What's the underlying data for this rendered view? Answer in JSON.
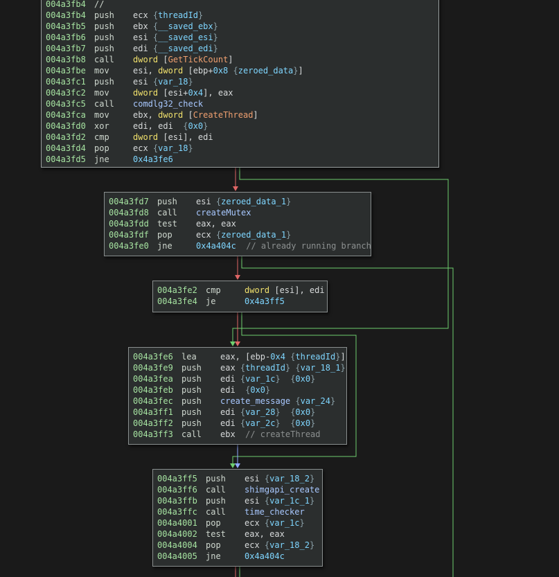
{
  "colors": {
    "edge_true": "#6fcf6f",
    "edge_false": "#e06666",
    "edge_jump": "#8fe0a0",
    "edge_fall": "#8fa8ff"
  },
  "blocks": [
    {
      "id": "b0",
      "lines": [
        {
          "addr": "004a3fb4",
          "mn": "//",
          "ops": []
        },
        {
          "addr": "004a3fb4",
          "mn": "push",
          "ops": [
            [
              "reg",
              "ecx "
            ],
            [
              "br",
              "{"
            ],
            [
              "sym",
              "threadId"
            ],
            [
              "br",
              "}"
            ]
          ]
        },
        {
          "addr": "004a3fb5",
          "mn": "push",
          "ops": [
            [
              "reg",
              "ebx "
            ],
            [
              "br",
              "{"
            ],
            [
              "sym",
              "__saved_ebx"
            ],
            [
              "br",
              "}"
            ]
          ]
        },
        {
          "addr": "004a3fb6",
          "mn": "push",
          "ops": [
            [
              "reg",
              "esi "
            ],
            [
              "br",
              "{"
            ],
            [
              "sym",
              "__saved_esi"
            ],
            [
              "br",
              "}"
            ]
          ]
        },
        {
          "addr": "004a3fb7",
          "mn": "push",
          "ops": [
            [
              "reg",
              "edi "
            ],
            [
              "br",
              "{"
            ],
            [
              "sym",
              "__saved_edi"
            ],
            [
              "br",
              "}"
            ]
          ]
        },
        {
          "addr": "004a3fb8",
          "mn": "call",
          "ops": [
            [
              "kw",
              "dword "
            ],
            [
              "txt",
              "["
            ],
            [
              "imp",
              "GetTickCount"
            ],
            [
              "txt",
              "]"
            ]
          ]
        },
        {
          "addr": "004a3fbe",
          "mn": "mov",
          "ops": [
            [
              "reg",
              "esi, "
            ],
            [
              "kw",
              "dword "
            ],
            [
              "txt",
              "[ebp+"
            ],
            [
              "num",
              "0x8"
            ],
            [
              "txt",
              " "
            ],
            [
              "br",
              "{"
            ],
            [
              "sym",
              "zeroed_data"
            ],
            [
              "br",
              "}"
            ],
            [
              "txt",
              "]"
            ]
          ]
        },
        {
          "addr": "004a3fc1",
          "mn": "push",
          "ops": [
            [
              "reg",
              "esi "
            ],
            [
              "br",
              "{"
            ],
            [
              "sym",
              "var_18"
            ],
            [
              "br",
              "}"
            ]
          ]
        },
        {
          "addr": "004a3fc2",
          "mn": "mov",
          "ops": [
            [
              "kw",
              "dword "
            ],
            [
              "txt",
              "[esi+"
            ],
            [
              "num",
              "0x4"
            ],
            [
              "txt",
              "], eax"
            ]
          ]
        },
        {
          "addr": "004a3fc5",
          "mn": "call",
          "ops": [
            [
              "func",
              "comdlg32_check"
            ]
          ]
        },
        {
          "addr": "004a3fca",
          "mn": "mov",
          "ops": [
            [
              "reg",
              "ebx, "
            ],
            [
              "kw",
              "dword "
            ],
            [
              "txt",
              "["
            ],
            [
              "imp",
              "CreateThread"
            ],
            [
              "txt",
              "]"
            ]
          ]
        },
        {
          "addr": "004a3fd0",
          "mn": "xor",
          "ops": [
            [
              "reg",
              "edi, edi  "
            ],
            [
              "br",
              "{"
            ],
            [
              "num",
              "0x0"
            ],
            [
              "br",
              "}"
            ]
          ]
        },
        {
          "addr": "004a3fd2",
          "mn": "cmp",
          "ops": [
            [
              "kw",
              "dword "
            ],
            [
              "txt",
              "[esi], edi"
            ]
          ]
        },
        {
          "addr": "004a3fd4",
          "mn": "pop",
          "ops": [
            [
              "reg",
              "ecx "
            ],
            [
              "br",
              "{"
            ],
            [
              "sym",
              "var_18"
            ],
            [
              "br",
              "}"
            ]
          ]
        },
        {
          "addr": "004a3fd5",
          "mn": "jne",
          "ops": [
            [
              "addr",
              "0x4a3fe6"
            ]
          ]
        }
      ]
    },
    {
      "id": "b1",
      "lines": [
        {
          "addr": "004a3fd7",
          "mn": "push",
          "ops": [
            [
              "reg",
              "esi "
            ],
            [
              "br",
              "{"
            ],
            [
              "sym",
              "zeroed_data_1"
            ],
            [
              "br",
              "}"
            ]
          ]
        },
        {
          "addr": "004a3fd8",
          "mn": "call",
          "ops": [
            [
              "func",
              "createMutex"
            ]
          ]
        },
        {
          "addr": "004a3fdd",
          "mn": "test",
          "ops": [
            [
              "reg",
              "eax, eax"
            ]
          ]
        },
        {
          "addr": "004a3fdf",
          "mn": "pop",
          "ops": [
            [
              "reg",
              "ecx "
            ],
            [
              "br",
              "{"
            ],
            [
              "sym",
              "zeroed_data_1"
            ],
            [
              "br",
              "}"
            ]
          ]
        },
        {
          "addr": "004a3fe0",
          "mn": "jne",
          "ops": [
            [
              "addr",
              "0x4a404c"
            ],
            [
              "txt",
              "  "
            ],
            [
              "cmt",
              "// already running branch"
            ]
          ]
        }
      ]
    },
    {
      "id": "b2",
      "lines": [
        {
          "addr": "004a3fe2",
          "mn": "cmp",
          "ops": [
            [
              "kw",
              "dword "
            ],
            [
              "txt",
              "[esi], edi"
            ]
          ]
        },
        {
          "addr": "004a3fe4",
          "mn": "je",
          "ops": [
            [
              "addr",
              "0x4a3ff5"
            ]
          ]
        }
      ]
    },
    {
      "id": "b3",
      "lines": [
        {
          "addr": "004a3fe6",
          "mn": "lea",
          "ops": [
            [
              "reg",
              "eax, "
            ],
            [
              "txt",
              "[ebp-"
            ],
            [
              "num",
              "0x4"
            ],
            [
              "txt",
              " "
            ],
            [
              "br",
              "{"
            ],
            [
              "sym",
              "threadId"
            ],
            [
              "br",
              "}"
            ],
            [
              "txt",
              "]"
            ]
          ]
        },
        {
          "addr": "004a3fe9",
          "mn": "push",
          "ops": [
            [
              "reg",
              "eax "
            ],
            [
              "br",
              "{"
            ],
            [
              "sym",
              "threadId"
            ],
            [
              "br",
              "}"
            ],
            [
              "txt",
              " "
            ],
            [
              "br",
              "{"
            ],
            [
              "sym",
              "var_18_1"
            ],
            [
              "br",
              "}"
            ]
          ]
        },
        {
          "addr": "004a3fea",
          "mn": "push",
          "ops": [
            [
              "reg",
              "edi "
            ],
            [
              "br",
              "{"
            ],
            [
              "sym",
              "var_1c"
            ],
            [
              "br",
              "}"
            ],
            [
              "txt",
              "  "
            ],
            [
              "br",
              "{"
            ],
            [
              "num",
              "0x0"
            ],
            [
              "br",
              "}"
            ]
          ]
        },
        {
          "addr": "004a3feb",
          "mn": "push",
          "ops": [
            [
              "reg",
              "edi  "
            ],
            [
              "br",
              "{"
            ],
            [
              "num",
              "0x0"
            ],
            [
              "br",
              "}"
            ]
          ]
        },
        {
          "addr": "004a3fec",
          "mn": "push",
          "ops": [
            [
              "func",
              "create_message "
            ],
            [
              "br",
              "{"
            ],
            [
              "sym",
              "var_24"
            ],
            [
              "br",
              "}"
            ]
          ]
        },
        {
          "addr": "004a3ff1",
          "mn": "push",
          "ops": [
            [
              "reg",
              "edi "
            ],
            [
              "br",
              "{"
            ],
            [
              "sym",
              "var_28"
            ],
            [
              "br",
              "}"
            ],
            [
              "txt",
              "  "
            ],
            [
              "br",
              "{"
            ],
            [
              "num",
              "0x0"
            ],
            [
              "br",
              "}"
            ]
          ]
        },
        {
          "addr": "004a3ff2",
          "mn": "push",
          "ops": [
            [
              "reg",
              "edi "
            ],
            [
              "br",
              "{"
            ],
            [
              "sym",
              "var_2c"
            ],
            [
              "br",
              "}"
            ],
            [
              "txt",
              "  "
            ],
            [
              "br",
              "{"
            ],
            [
              "num",
              "0x0"
            ],
            [
              "br",
              "}"
            ]
          ]
        },
        {
          "addr": "004a3ff3",
          "mn": "call",
          "ops": [
            [
              "reg",
              "ebx  "
            ],
            [
              "cmt",
              "// createThread"
            ]
          ]
        }
      ]
    },
    {
      "id": "b4",
      "lines": [
        {
          "addr": "004a3ff5",
          "mn": "push",
          "ops": [
            [
              "reg",
              "esi "
            ],
            [
              "br",
              "{"
            ],
            [
              "sym",
              "var_18_2"
            ],
            [
              "br",
              "}"
            ]
          ]
        },
        {
          "addr": "004a3ff6",
          "mn": "call",
          "ops": [
            [
              "func",
              "shimgapi_create"
            ]
          ]
        },
        {
          "addr": "004a3ffb",
          "mn": "push",
          "ops": [
            [
              "reg",
              "esi "
            ],
            [
              "br",
              "{"
            ],
            [
              "sym",
              "var_1c_1"
            ],
            [
              "br",
              "}"
            ]
          ]
        },
        {
          "addr": "004a3ffc",
          "mn": "call",
          "ops": [
            [
              "func",
              "time_checker"
            ]
          ]
        },
        {
          "addr": "004a4001",
          "mn": "pop",
          "ops": [
            [
              "reg",
              "ecx "
            ],
            [
              "br",
              "{"
            ],
            [
              "sym",
              "var_1c"
            ],
            [
              "br",
              "}"
            ]
          ]
        },
        {
          "addr": "004a4002",
          "mn": "test",
          "ops": [
            [
              "reg",
              "eax, eax"
            ]
          ]
        },
        {
          "addr": "004a4004",
          "mn": "pop",
          "ops": [
            [
              "reg",
              "ecx "
            ],
            [
              "br",
              "{"
            ],
            [
              "sym",
              "var_18_2"
            ],
            [
              "br",
              "}"
            ]
          ]
        },
        {
          "addr": "004a4005",
          "mn": "jne",
          "ops": [
            [
              "addr",
              "0x4a404c"
            ]
          ]
        }
      ]
    }
  ]
}
